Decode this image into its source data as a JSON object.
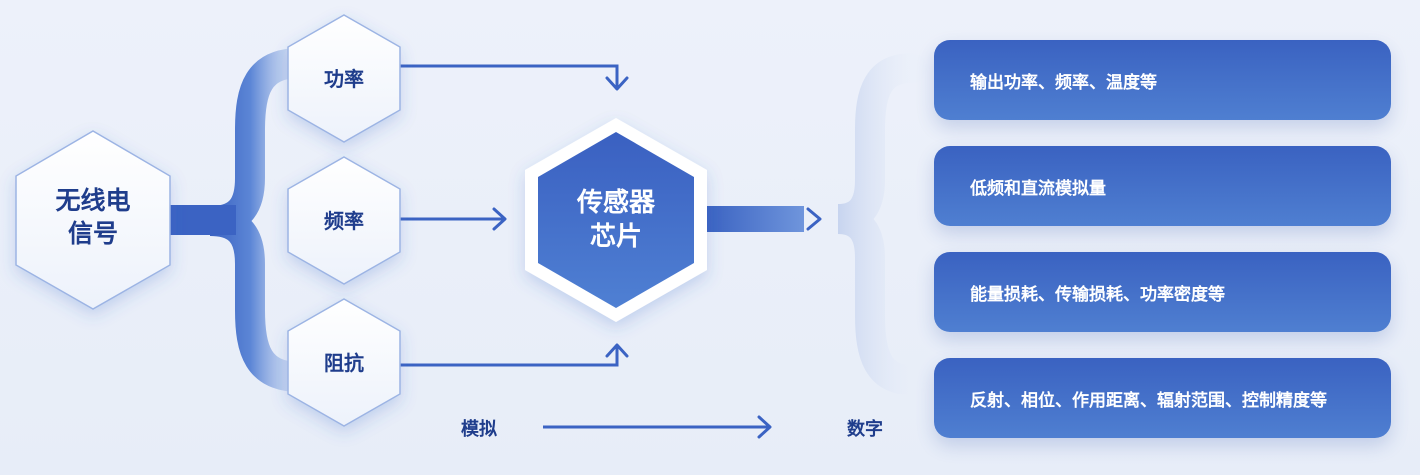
{
  "source": {
    "line1": "无线电",
    "line2": "信号"
  },
  "parameters": [
    {
      "label": "功率"
    },
    {
      "label": "频率"
    },
    {
      "label": "阻抗"
    }
  ],
  "chip": {
    "line1": "传感器",
    "line2": "芯片"
  },
  "axis": {
    "left_label": "模拟",
    "right_label": "数字"
  },
  "outputs": [
    {
      "label": "输出功率、频率、温度等"
    },
    {
      "label": "低频和直流模拟量"
    },
    {
      "label": "能量损耗、传输损耗、功率密度等"
    },
    {
      "label": "反射、相位、作用距离、辐射范围、控制精度等"
    }
  ],
  "colors": {
    "background": "#eaeff9",
    "accent": "#3b63c3",
    "label_text": "#1f3d8c",
    "output_box": "#4a76cc"
  }
}
